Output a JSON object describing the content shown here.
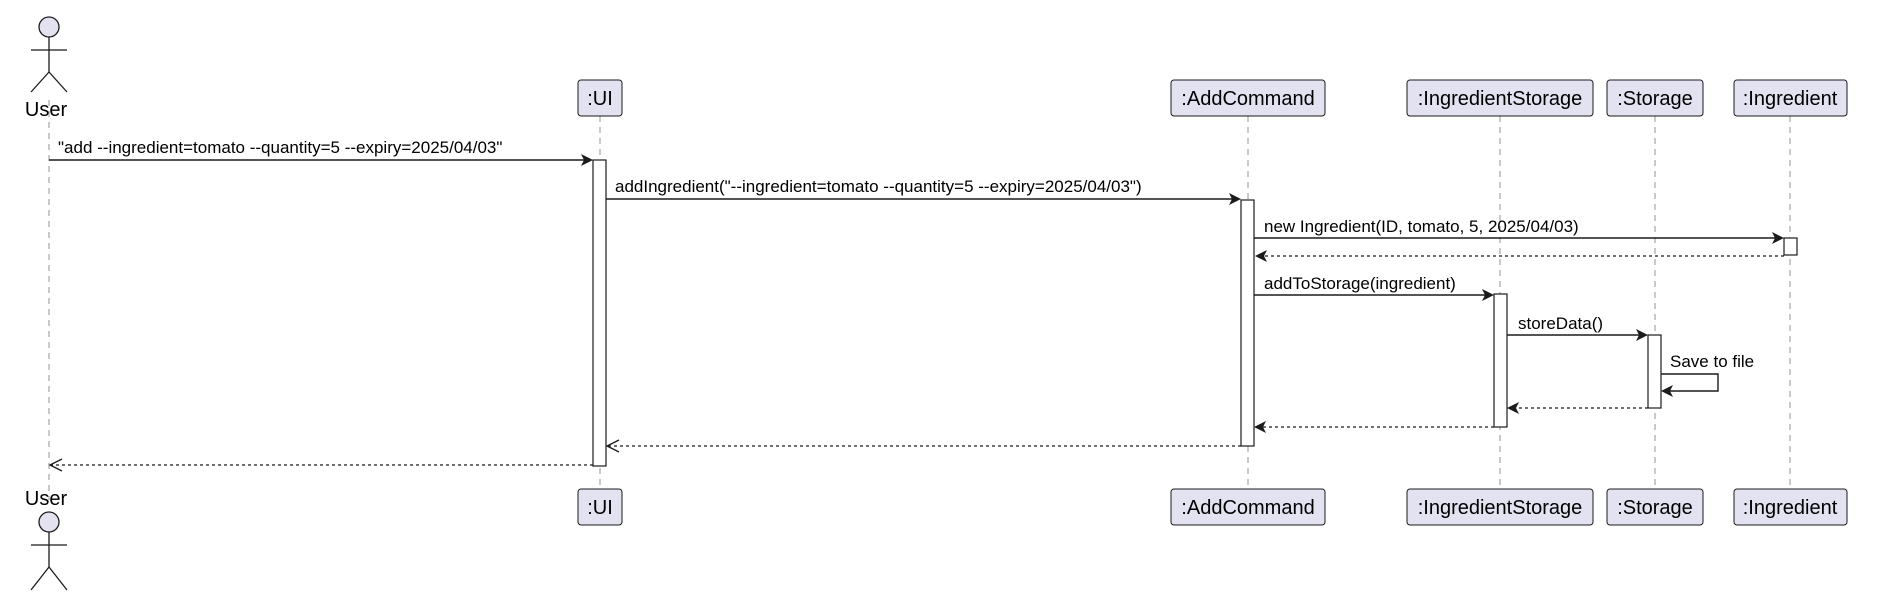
{
  "participants": {
    "user": "User",
    "ui": ":UI",
    "addcommand": ":AddCommand",
    "ingredientstorage": ":IngredientStorage",
    "storage": ":Storage",
    "ingredient": ":Ingredient"
  },
  "messages": {
    "m1": "\"add --ingredient=tomato --quantity=5 --expiry=2025/04/03\"",
    "m2": "addIngredient(\"--ingredient=tomato --quantity=5 --expiry=2025/04/03\")",
    "m3": "new Ingredient(ID, tomato, 5, 2025/04/03)",
    "m4": "addToStorage(ingredient)",
    "m5": "storeData()",
    "m6": "Save to file"
  }
}
